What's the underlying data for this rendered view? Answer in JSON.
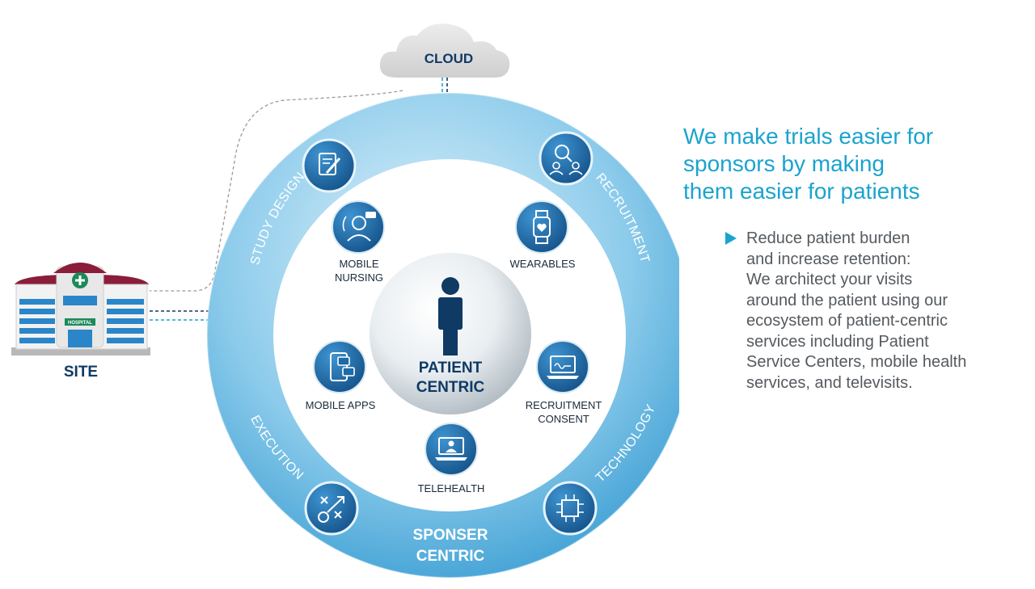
{
  "cloud": {
    "label": "CLOUD"
  },
  "site": {
    "label": "SITE",
    "building_sign": "HOSPITAL"
  },
  "ring": {
    "segments": [
      "STUDY DESIGN",
      "RECRUITMENT",
      "EXECUTION",
      "TECHNOLOGY"
    ],
    "bottom_label_lines": [
      "SPONSER",
      "CENTRIC"
    ]
  },
  "center": {
    "label_lines": [
      "PATIENT",
      "CENTRIC"
    ]
  },
  "services": {
    "mobile_nursing": [
      "MOBILE",
      "NURSING"
    ],
    "wearables": [
      "WEARABLES"
    ],
    "mobile_apps": [
      "MOBILE APPS"
    ],
    "recruitment_consent": [
      "RECRUITMENT",
      "CONSENT"
    ],
    "telehealth": [
      "TELEHEALTH"
    ]
  },
  "headline_lines": [
    "We make trials easier for",
    "sponsors by making",
    "them easier for patients"
  ],
  "bullet_lines": [
    "Reduce patient burden",
    "and increase retention:",
    "We architect your visits",
    "around the patient using our",
    "ecosystem of patient-centric",
    "services including Patient",
    "Service Centers, mobile health",
    "services, and televisits."
  ],
  "colors": {
    "accent": "#1ba3cf",
    "navy": "#0f3a64",
    "icon_blue": "#1c6aa6",
    "ring_light": "#bfe3f4",
    "ring_dark": "#4aa9d8",
    "body_text": "#555a5f"
  }
}
